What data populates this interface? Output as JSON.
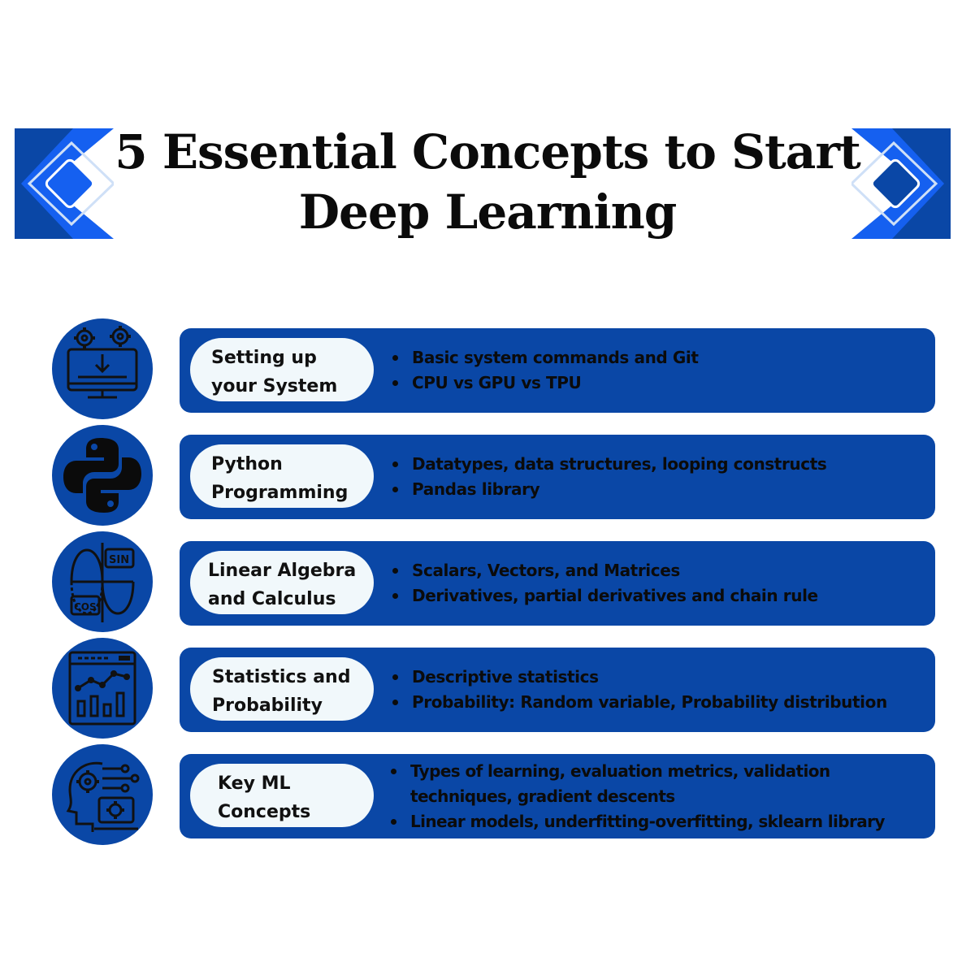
{
  "title_line1": "5 Essential Concepts to Start",
  "title_line2": "Deep Learning",
  "colors": {
    "accent": "#0a47a6",
    "bright_blue": "#1560f0",
    "pill": "#f1f8fb"
  },
  "concepts": [
    {
      "icon": "gear-monitor-download-icon",
      "label_line1": "Setting up",
      "label_line2": "your System",
      "bullets": [
        "Basic system commands and Git",
        "CPU vs GPU vs TPU"
      ]
    },
    {
      "icon": "python-logo-icon",
      "label_line1": "Python",
      "label_line2": "Programming",
      "bullets": [
        "Datatypes, data structures, looping constructs",
        "Pandas library"
      ]
    },
    {
      "icon": "sin-cos-graph-icon",
      "label_line1": "Linear Algebra",
      "label_line2": "and Calculus",
      "bullets": [
        "Scalars, Vectors, and Matrices",
        "Derivatives, partial derivatives and chain rule"
      ]
    },
    {
      "icon": "statistics-dashboard-icon",
      "label_line1": "Statistics and",
      "label_line2": "Probability",
      "bullets": [
        "Descriptive statistics",
        "Probability: Random variable, Probability distribution"
      ]
    },
    {
      "icon": "ai-head-gears-icon",
      "label_line1": "Key ML",
      "label_line2": "Concepts",
      "bullets": [
        "Types of learning, evaluation metrics, validation techniques, gradient descents",
        "Linear models, underfitting-overfitting, sklearn library"
      ]
    }
  ],
  "icon_text": {
    "sin": "SIN",
    "cos": "COS"
  }
}
